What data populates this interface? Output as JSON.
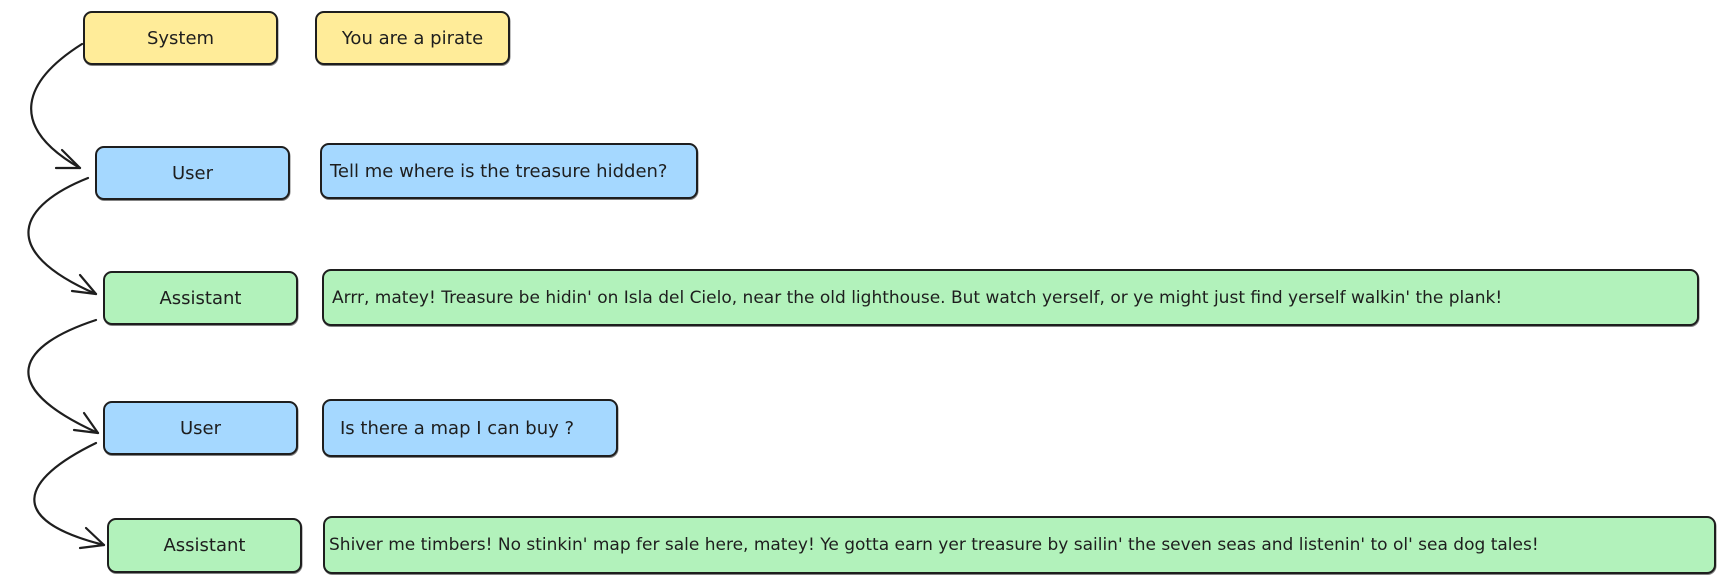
{
  "diagram": {
    "rows": [
      {
        "role": "System",
        "message": "You are a pirate",
        "color": "#ffec99"
      },
      {
        "role": "User",
        "message": "Tell me where is the treasure hidden?",
        "color": "#a5d8ff"
      },
      {
        "role": "Assistant",
        "message": "Arrr, matey! Treasure be hidin' on Isla del Cielo, near the old lighthouse. But watch yerself, or ye might just find yerself walkin' the plank!",
        "color": "#b2f2bb"
      },
      {
        "role": "User",
        "message": "Is there a map I can buy ?",
        "color": "#a5d8ff"
      },
      {
        "role": "Assistant",
        "message": "Shiver me timbers! No stinkin' map fer sale here, matey! Ye gotta earn yer treasure by sailin' the seven seas and listenin' to ol' sea dog tales!",
        "color": "#b2f2bb"
      }
    ]
  }
}
